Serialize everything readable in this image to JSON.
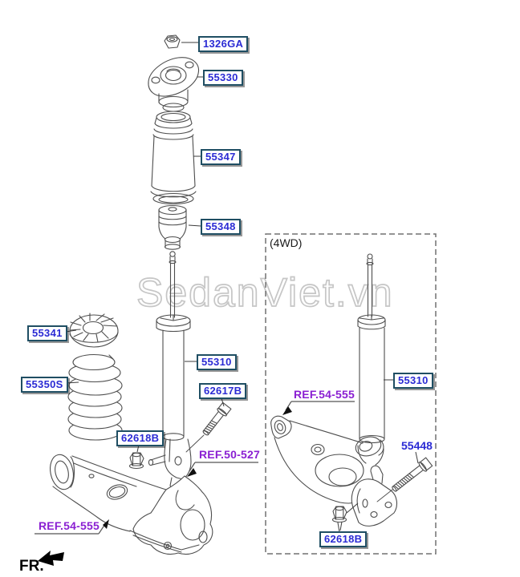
{
  "watermark": "SedanViet.vn",
  "front_marker": "FR.",
  "variant_label": "(4WD)",
  "part_labels": {
    "mount_nut": "1326GA",
    "insulator_mount": "55330",
    "dust_cover": "55347",
    "bumper_stop": "55348",
    "spring_upper_pad": "55341",
    "coil_spring": "55350S",
    "shock_absorber": "55310",
    "shock_mount_bolt": "62617B",
    "shock_mount_nut": "62618B",
    "shock_absorber_4wd": "55310",
    "arm_bolt_4wd": "55448",
    "arm_nut_4wd": "62618B"
  },
  "ref_labels": {
    "rear_axle": "REF.50-527",
    "rear_arm": "REF.54-555",
    "rear_arm_4wd": "REF.54-555"
  },
  "colors": {
    "part_number_text": "#2b2bd4",
    "label_box_border": "#1f4e63",
    "ref_link_text": "#8a1fd2",
    "line_art": "#4d4d4d",
    "watermark_outline": "#c6c6c6",
    "dashed_box": "#707070"
  }
}
